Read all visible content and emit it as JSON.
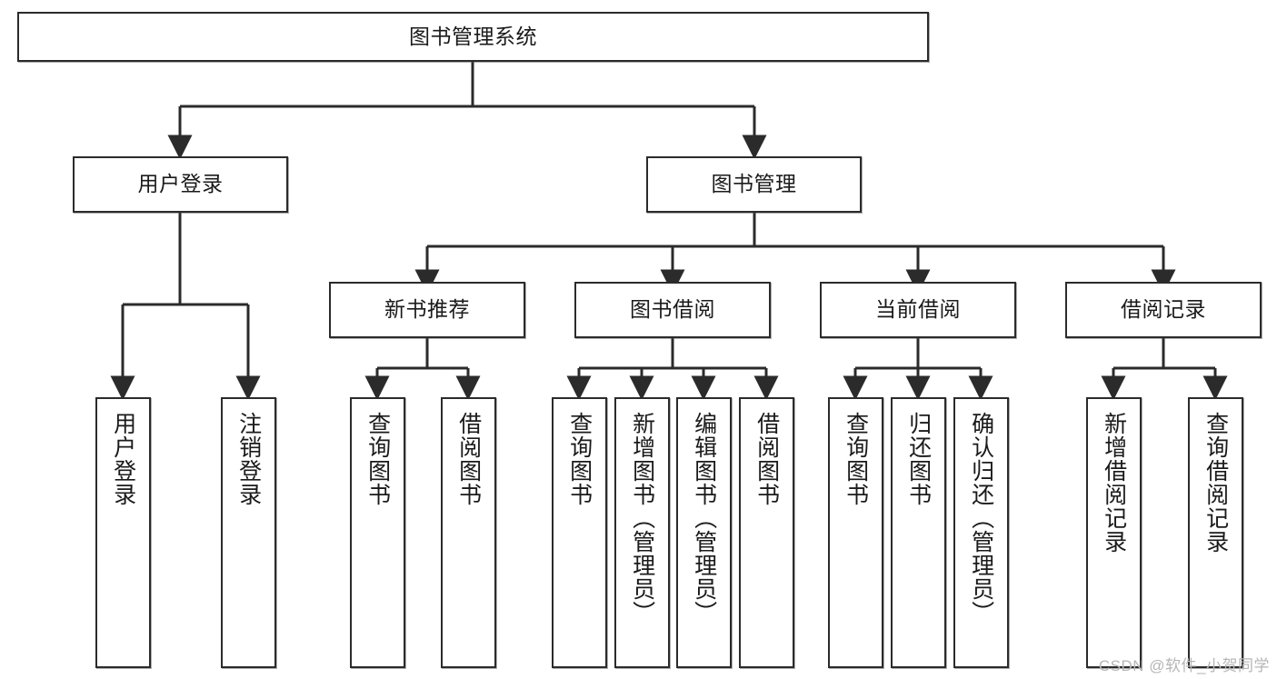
{
  "diagram": {
    "title": "图书管理系统",
    "type": "tree-hierarchy-chart",
    "root": {
      "label": "图书管理系统"
    },
    "level2": [
      {
        "label": "用户登录"
      },
      {
        "label": "图书管理"
      }
    ],
    "level3": [
      {
        "label": "新书推荐"
      },
      {
        "label": "图书借阅"
      },
      {
        "label": "当前借阅"
      },
      {
        "label": "借阅记录"
      }
    ],
    "leaves": {
      "user_login": [
        {
          "label": "用户登录"
        },
        {
          "label": "注销登录"
        }
      ],
      "new_book_recommend": [
        {
          "label": "查询图书"
        },
        {
          "label": "借阅图书"
        }
      ],
      "book_borrow": [
        {
          "label": "查询图书"
        },
        {
          "label": "新增图书（管理员）"
        },
        {
          "label": "编辑图书（管理员）"
        },
        {
          "label": "借阅图书"
        }
      ],
      "current_borrow": [
        {
          "label": "查询图书"
        },
        {
          "label": "归还图书"
        },
        {
          "label": "确认归还（管理员）"
        }
      ],
      "borrow_record": [
        {
          "label": "新增借阅记录"
        },
        {
          "label": "查询借阅记录"
        }
      ]
    }
  },
  "watermark": {
    "text": "CSDN @软件_小贺同学"
  },
  "colors": {
    "box_border": "#2b2b2b",
    "box_fill": "#ffffff",
    "line": "#2b2b2b",
    "text": "#1a1a1a",
    "watermark": "#b6b6b6"
  }
}
